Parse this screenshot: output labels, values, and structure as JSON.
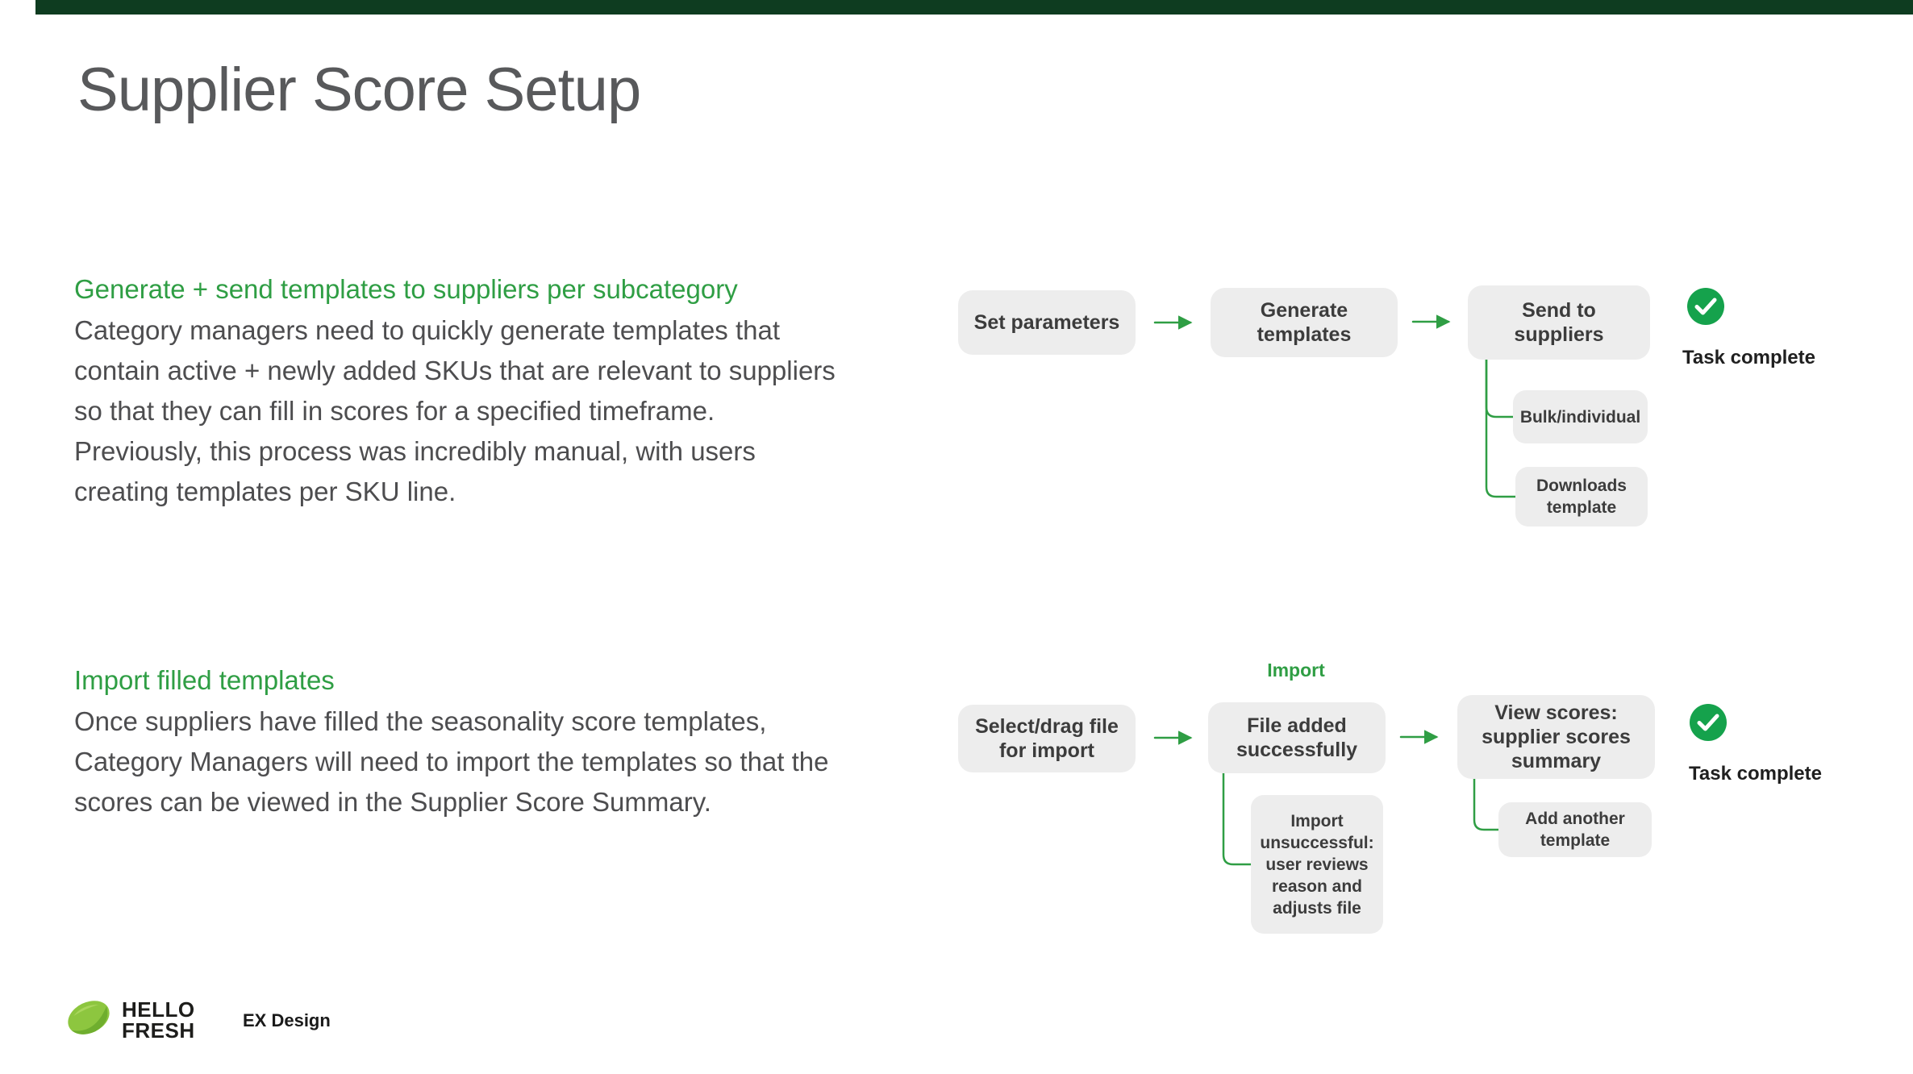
{
  "title": "Supplier Score Setup",
  "sections": [
    {
      "heading": "Generate + send templates to suppliers per subcategory",
      "body": "Category managers need to quickly generate templates that contain active + newly added SKUs that are relevant to suppliers so that they can fill in scores for a specified timeframe. Previously, this process was incredibly manual, with users creating templates per SKU line."
    },
    {
      "heading": "Import filled templates",
      "body": "Once suppliers have filled the seasonality score templates, Category Managers will need to import the templates so that the scores can be viewed in the Supplier Score Summary."
    }
  ],
  "flow1": {
    "node1": "Set parameters",
    "node2": "Generate\ntemplates",
    "node3": "Send to\nsuppliers",
    "task_label": "Task complete",
    "branch1": "Bulk/individual",
    "branch2": "Downloads\ntemplate"
  },
  "flow2": {
    "label": "Import",
    "node1": "Select/drag file\nfor import",
    "node2": "File added\nsuccessfully",
    "node3": "View scores:\nsupplier scores\nsummary",
    "task_label": "Task complete",
    "branch1": "Import\nunsuccessful:\nuser reviews\nreason and\nadjusts file",
    "branch2": "Add another\ntemplate"
  },
  "footer": {
    "brand_line1": "HELLO",
    "brand_line2": "FRESH",
    "team": "EX Design"
  },
  "colors": {
    "accent_green": "#2f9e44",
    "check_green": "#15a24c",
    "top_bar_green": "#0e3c20",
    "node_bg": "#ededed",
    "node_text": "#3c3c3c",
    "title_gray": "#58595b",
    "body_gray": "#4d4d4f",
    "lime_green": "#8dc63f"
  }
}
